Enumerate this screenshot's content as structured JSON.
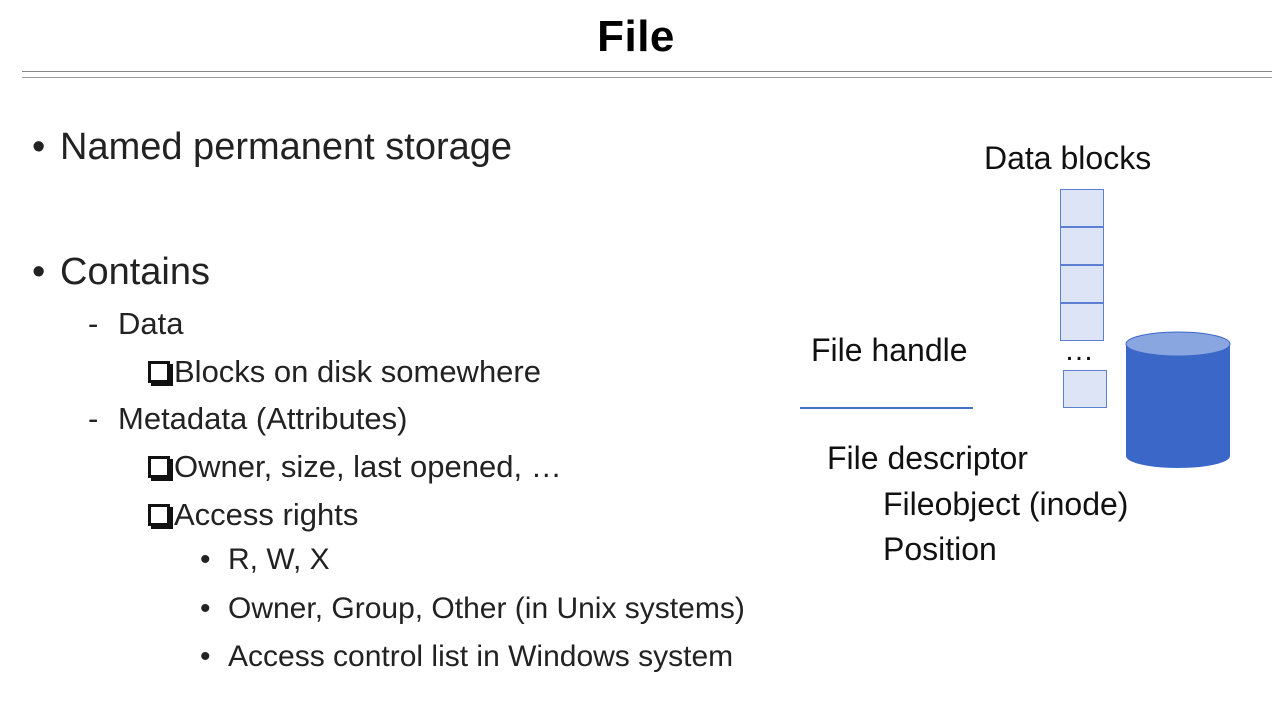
{
  "title": "File",
  "bullets": {
    "b1": "Named permanent storage",
    "b2": "Contains",
    "data": "Data",
    "blocks": "Blocks on disk somewhere",
    "metadata": "Metadata (Attributes)",
    "owner": "Owner, size, last opened, …",
    "access": "Access rights",
    "rwx": "R, W, X",
    "ogo": "Owner, Group, Other (in Unix systems)",
    "acl": "Access control list in Windows system"
  },
  "diagram": {
    "data_blocks": "Data blocks",
    "ellipsis": "…",
    "file_handle": "File handle",
    "file_descriptor": "File descriptor",
    "fileobject": "Fileobject (inode)",
    "position": "Position"
  },
  "colors": {
    "block_fill": "#dce4f5",
    "block_border": "#5b7fd1",
    "disk_top": "#8aa6e0",
    "disk_body": "#3a67c8"
  }
}
